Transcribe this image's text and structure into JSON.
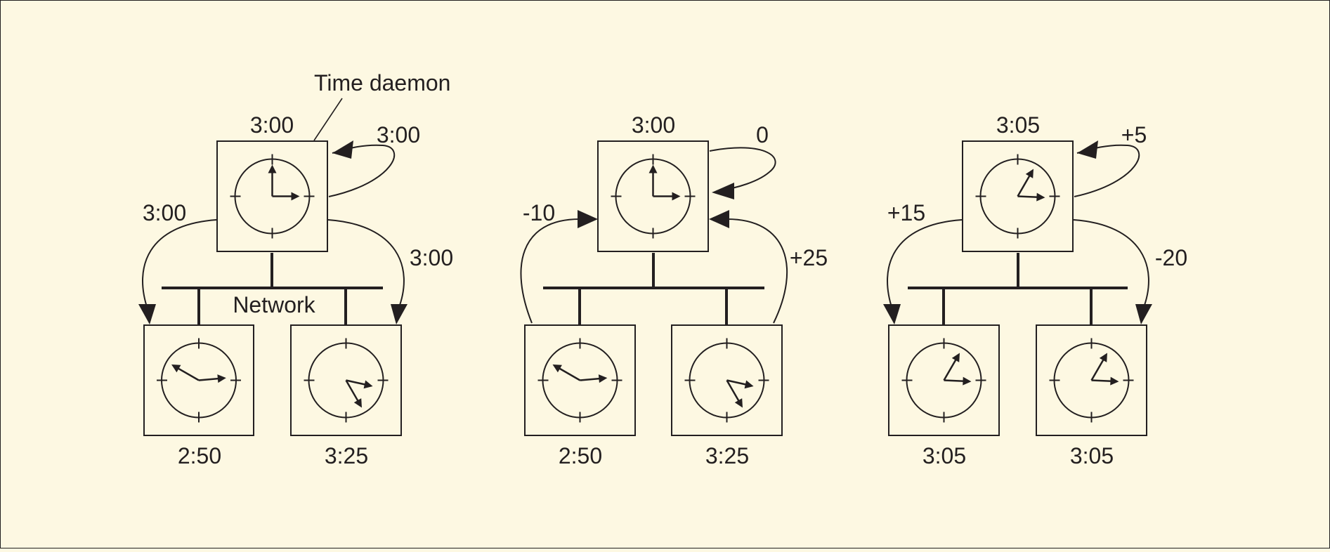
{
  "colors": {
    "background": "#fdf8e2",
    "ink": "#231f20"
  },
  "panels": [
    {
      "daemon": {
        "time_label": "3:00",
        "clock": {
          "hour": 3,
          "minute": 0
        },
        "self_label": "3:00"
      },
      "leader_label": "Time daemon",
      "network_label": "Network",
      "left_arrow_label": "3:00",
      "right_arrow_label": "3:00",
      "left_client": {
        "time_label": "2:50",
        "clock": {
          "hour": 2,
          "minute": 50
        }
      },
      "right_client": {
        "time_label": "3:25",
        "clock": {
          "hour": 3,
          "minute": 25
        }
      }
    },
    {
      "daemon": {
        "time_label": "3:00",
        "clock": {
          "hour": 3,
          "minute": 0
        },
        "self_label": "0"
      },
      "left_arrow_label": "-10",
      "right_arrow_label": "+25",
      "left_client": {
        "time_label": "2:50",
        "clock": {
          "hour": 2,
          "minute": 50
        }
      },
      "right_client": {
        "time_label": "3:25",
        "clock": {
          "hour": 3,
          "minute": 25
        }
      }
    },
    {
      "daemon": {
        "time_label": "3:05",
        "clock": {
          "hour": 3,
          "minute": 5
        },
        "self_label": "+5"
      },
      "left_arrow_label": "+15",
      "right_arrow_label": "-20",
      "left_client": {
        "time_label": "3:05",
        "clock": {
          "hour": 3,
          "minute": 5
        }
      },
      "right_client": {
        "time_label": "3:05",
        "clock": {
          "hour": 3,
          "minute": 5
        }
      }
    }
  ]
}
